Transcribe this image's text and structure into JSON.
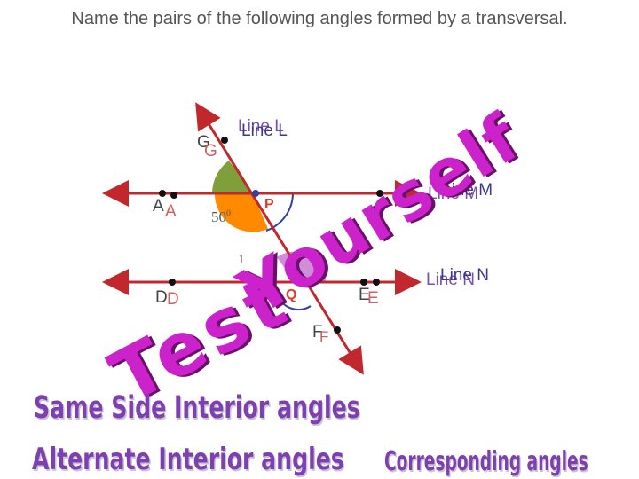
{
  "title": "Name the pairs of the following angles formed by a transversal.",
  "lines": {
    "L": "Line L",
    "M": "Line M",
    "N": "Line N"
  },
  "points": {
    "G": "G",
    "A": "A",
    "D": "D",
    "E": "E",
    "F": "F",
    "P": "P",
    "Q": "Q"
  },
  "angles": {
    "given": "50",
    "given_unit": "0",
    "partial": "1"
  },
  "banner": {
    "words": [
      "Test",
      "Yourself"
    ]
  },
  "answers": {
    "same_side": "Same Side Interior angles",
    "alternate": "Alternate Interior angles",
    "corresponding": "Corresponding angles"
  },
  "colors": {
    "lines": "#c0282d",
    "transversal": "#c0282d",
    "wordart": "#cc22cc",
    "answers": "#7e3fb0",
    "fill_green": "#7f9f3a",
    "fill_orange": "#ff8a00",
    "fill_purple": "#cf8fd8"
  },
  "icons": {
    "arrow": "arrow-head-icon",
    "point": "point-dot-icon"
  }
}
